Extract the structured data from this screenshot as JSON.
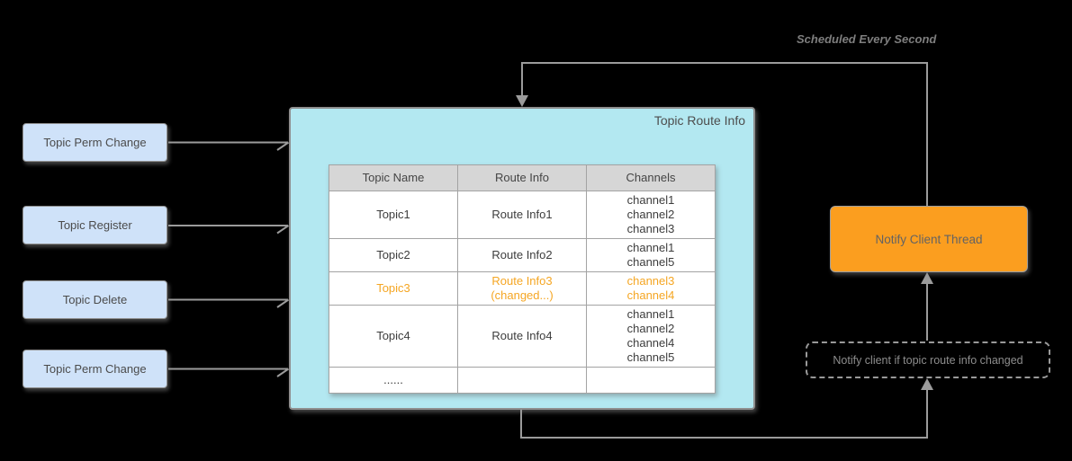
{
  "panel": {
    "title": "Topic Route Info"
  },
  "left_nodes": [
    {
      "label": "Topic Perm Change"
    },
    {
      "label": "Topic Register"
    },
    {
      "label": "Topic Delete"
    },
    {
      "label": "Topic Perm Change"
    }
  ],
  "table": {
    "columns": [
      "Topic Name",
      "Route Info",
      "Channels"
    ],
    "rows": [
      {
        "topic": [
          "Topic1"
        ],
        "route": [
          "Route Info1"
        ],
        "channels": [
          "channel1",
          "channel2",
          "channel3"
        ],
        "changed": false
      },
      {
        "topic": [
          "Topic2"
        ],
        "route": [
          "Route Info2"
        ],
        "channels": [
          "channel1",
          "channel5"
        ],
        "changed": false
      },
      {
        "topic": [
          "Topic3"
        ],
        "route": [
          "Route Info3",
          "(changed...)"
        ],
        "channels": [
          "channel3",
          "channel4"
        ],
        "changed": true
      },
      {
        "topic": [
          "Topic4"
        ],
        "route": [
          "Route Info4"
        ],
        "channels": [
          "channel1",
          "channel2",
          "channel4",
          "channel5"
        ],
        "changed": false
      },
      {
        "topic": [
          "......"
        ],
        "route": [],
        "channels": [],
        "changed": false
      }
    ]
  },
  "right": {
    "scheduled_label": "Scheduled Every Second",
    "notify_node_label": "Notify Client Thread",
    "annotation_label": "Notify client if topic route info changed"
  },
  "colors": {
    "background": "#000000",
    "panel_fill": "#b3e8f1",
    "left_node_fill": "#cfe2f9",
    "notify_node_fill": "#fb9e1f",
    "changed_text": "#f5a623",
    "connector_line": "#9b9b9b",
    "table_header_fill": "#d6d6d6",
    "node_border": "#8f8f8f",
    "text": "#4a4a4a"
  }
}
